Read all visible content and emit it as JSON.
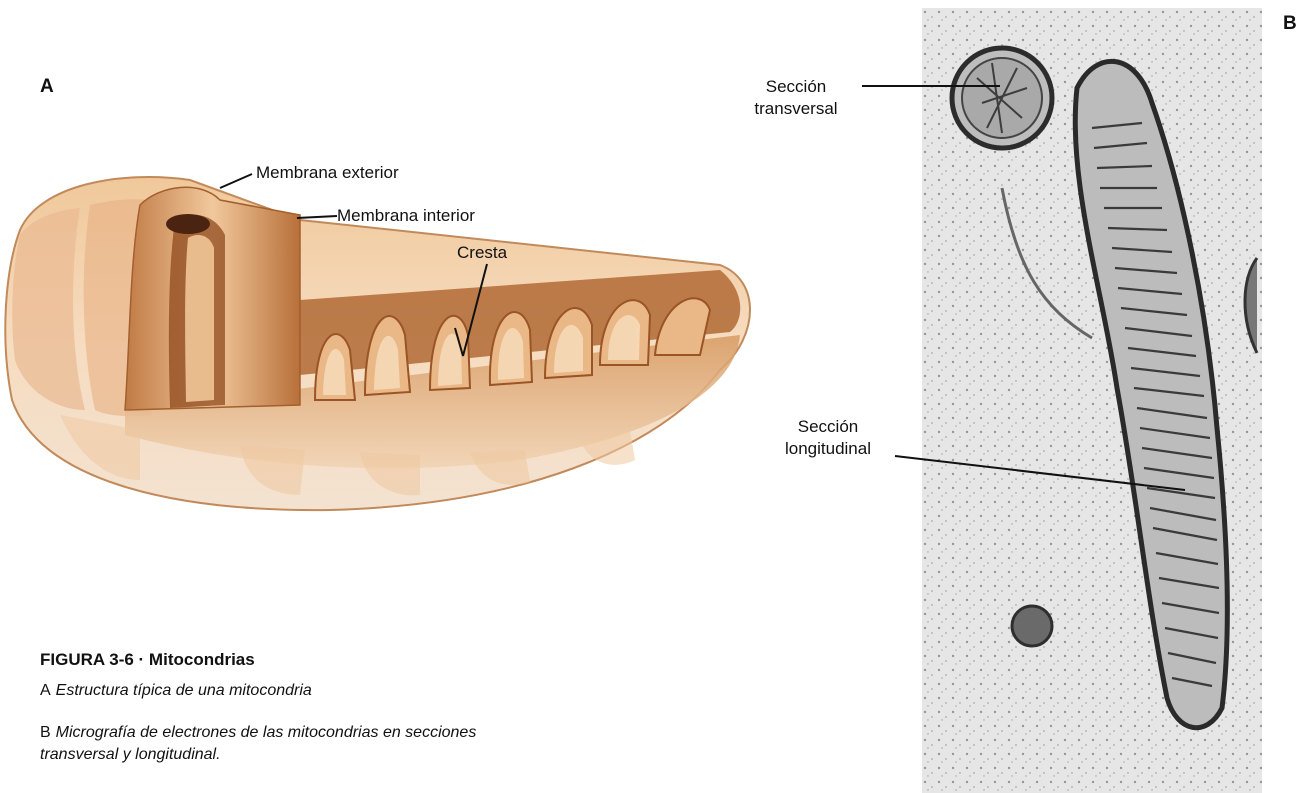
{
  "panel_a_letter": "A",
  "panel_b_letter": "B",
  "labels": {
    "outer_membrane": "Membrana exterior",
    "inner_membrane": "Membrana interior",
    "crest": "Cresta",
    "transverse_section": "Sección transversal",
    "longitudinal_section": "Sección longitudinal"
  },
  "caption": {
    "title": "FIGURA 3-6 · Mitocondrias",
    "a_key": "A",
    "a_text": "Estructura típica de una mitocondria",
    "b_key": "B",
    "b_text": "Micrografía de electrones de las mitocondrias en secciones transversal y longitudinal."
  },
  "colors": {
    "membrane": "#c98a52",
    "membrane_light": "#f3d8b8",
    "membrane_dark": "#8a4a22",
    "micrograph_bg": "#e9e9e9",
    "micrograph_ink": "#3a3a3a"
  }
}
